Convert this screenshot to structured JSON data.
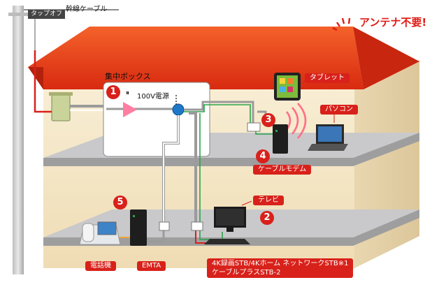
{
  "headline": "アンテナ不要!",
  "pole": {
    "tag": "タップオフ",
    "cable": "幹線ケーブル"
  },
  "box": {
    "title": "集中ボックス",
    "power_symbol": "⏸",
    "power": "100V電源"
  },
  "markers": {
    "1": "1",
    "2": "2",
    "3": "3",
    "4": "4",
    "5": "5"
  },
  "devices": {
    "tablet": "タブレット",
    "pc": "パソコン",
    "modem": "ケーブルモデム",
    "tv": "テレビ",
    "phone": "電話機",
    "emta": "EMTA",
    "stb_line1": "4K録画STB/4Kホーム ネットワークSTB※1",
    "stb_line2": "ケーブルプラスSTB-2"
  },
  "colors": {
    "accent": "#d8211a",
    "roof": "#ef4a1c",
    "wall": "#f6ecd2",
    "floor": "#b9b9bb",
    "signal_green": "#2aa44a",
    "signal_pink": "#ff7ea1",
    "cable_gray": "#9b9b9b"
  },
  "icons": [
    "antenna-wave-icon",
    "amplifier-icon",
    "splitter-icon",
    "wifi-wave-icon"
  ]
}
